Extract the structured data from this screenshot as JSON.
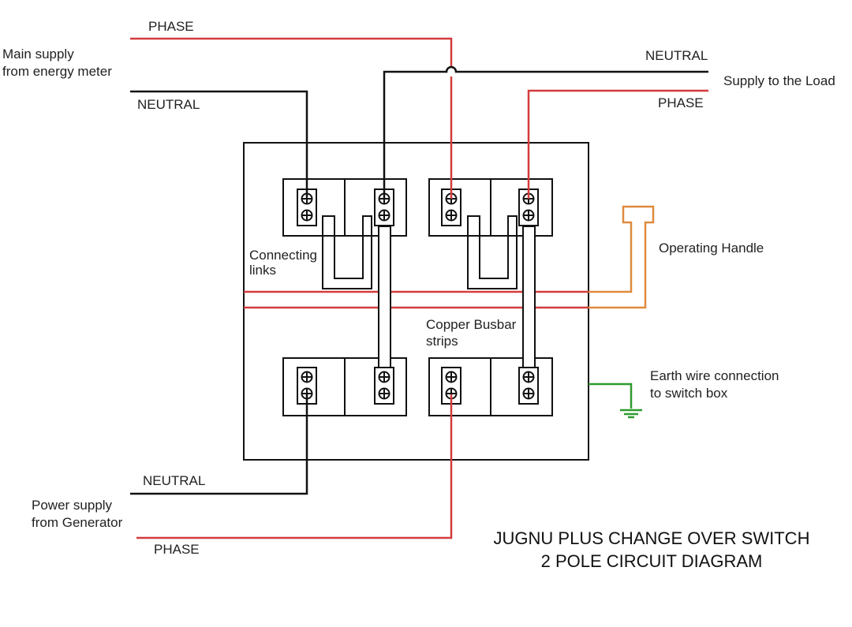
{
  "labels": {
    "phase_top": "PHASE",
    "main_supply_line1": "Main supply",
    "main_supply_line2": "from energy meter",
    "neutral_top_left": "NEUTRAL",
    "neutral_top_right": "NEUTRAL",
    "supply_to_load": "Supply to the Load",
    "phase_right": "PHASE",
    "connecting_links_line1": "Connecting",
    "connecting_links_line2": "links",
    "operating_handle": "Operating Handle",
    "copper_busbar_line1": "Copper Busbar",
    "copper_busbar_line2": "strips",
    "earth_line1": "Earth wire connection",
    "earth_line2": "to switch box",
    "neutral_bottom": "NEUTRAL",
    "power_supply_line1": "Power supply",
    "power_supply_line2": "from Generator",
    "phase_bottom": "PHASE"
  },
  "title": {
    "line1": "JUGNU PLUS CHANGE OVER SWITCH",
    "line2": "2 POLE CIRCUIT DIAGRAM"
  },
  "colors": {
    "neutral_wire": "#111111",
    "phase_wire": "#d43b3b",
    "handle": "#e08a3c",
    "earth": "#2d9a2d"
  }
}
